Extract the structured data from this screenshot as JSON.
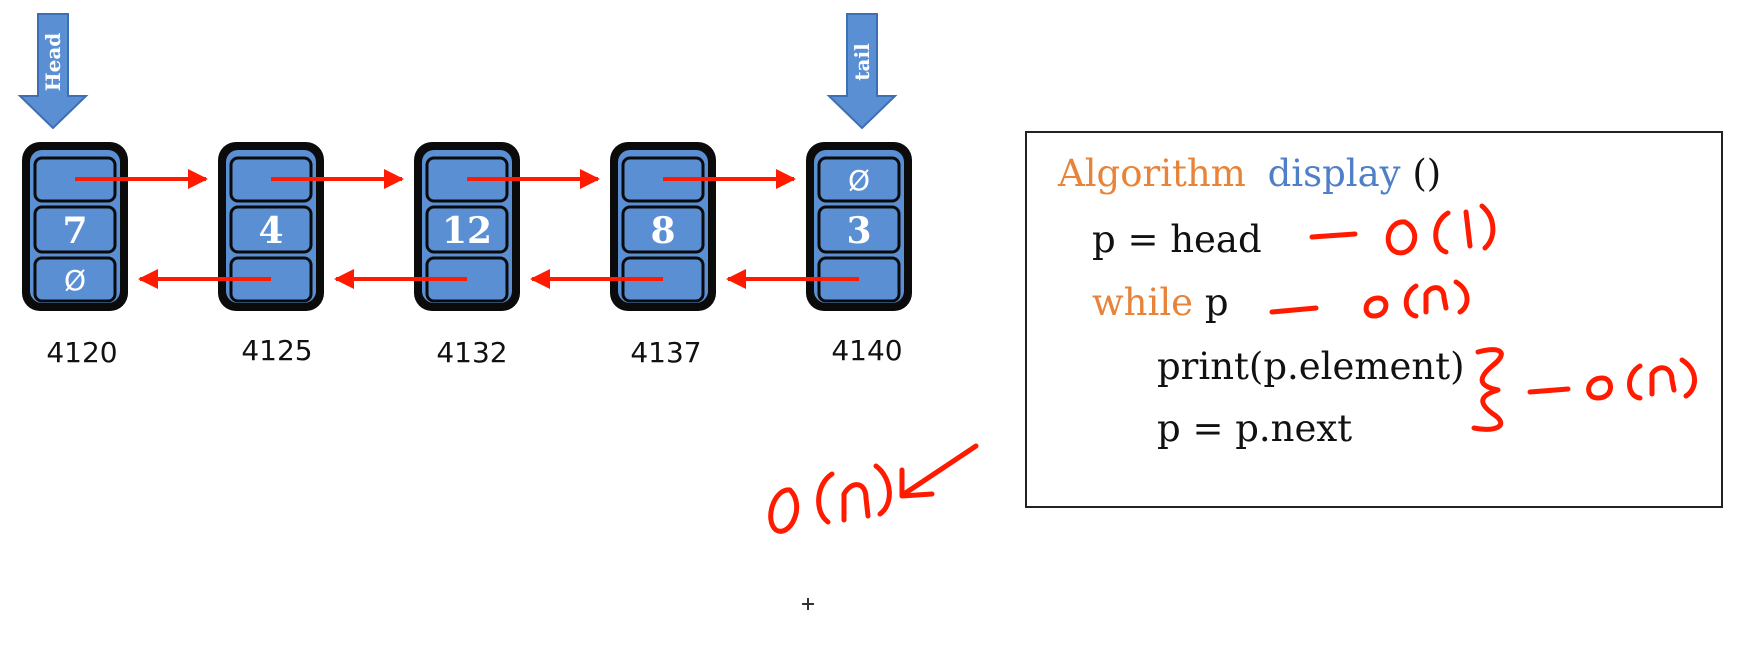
{
  "pointers": {
    "head_label": "Head",
    "tail_label": "tail"
  },
  "nodes": [
    {
      "value": "7",
      "address": "4120",
      "prev": "Ø",
      "next": ""
    },
    {
      "value": "4",
      "address": "4125",
      "prev": "",
      "next": ""
    },
    {
      "value": "12",
      "address": "4132",
      "prev": "",
      "next": ""
    },
    {
      "value": "8",
      "address": "4137",
      "prev": "",
      "next": ""
    },
    {
      "value": "3",
      "address": "4140",
      "prev": "",
      "next": "Ø"
    }
  ],
  "algorithm": {
    "keyword": "Algorithm",
    "name": "display",
    "parens": "()",
    "line1": "p = head",
    "while_kw": "while",
    "while_rest": " p",
    "line3": "print(p.element)",
    "line4": "p = p.next"
  },
  "annotations": {
    "line1_cost": "O(1)",
    "while_cost": "O(n)",
    "body_cost": "O(n)",
    "total_cost": "O(n)"
  },
  "colors": {
    "node_fill": "#5b8fd4",
    "arrow": "#ff1a00",
    "keyword": "#e8843a",
    "function_name": "#4f7fc8"
  }
}
